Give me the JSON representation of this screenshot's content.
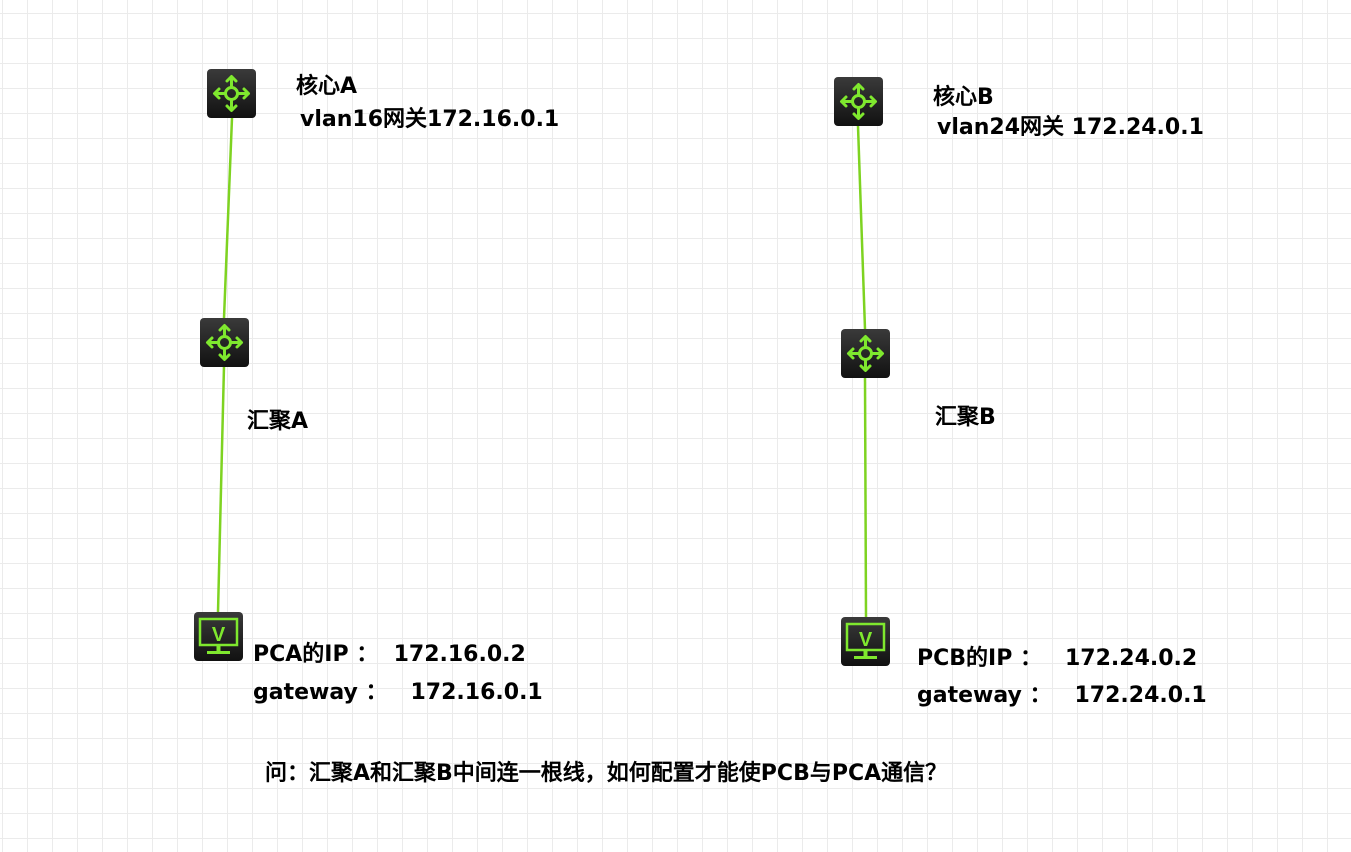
{
  "colors": {
    "link": "#7ed321",
    "icon": "#7fe82e"
  },
  "nodes": {
    "core_a": {
      "label": "核心A",
      "note": "vlan16网关172.16.0.1"
    },
    "core_b": {
      "label": "核心B",
      "note": "vlan24网关 172.24.0.1"
    },
    "agg_a": {
      "label": "汇聚A"
    },
    "agg_b": {
      "label": "汇聚B"
    },
    "pc_a": {
      "ip": "PCA的IP ：  172.16.0.2",
      "gateway": "gateway ：   172.16.0.1",
      "icon_letter": "V"
    },
    "pc_b": {
      "ip": "PCB的IP ：   172.24.0.2",
      "gateway": "gateway ：   172.24.0.1",
      "icon_letter": "V"
    }
  },
  "question": "问：汇聚A和汇聚B中间连一根线，如何配置才能使PCB与PCA通信？"
}
